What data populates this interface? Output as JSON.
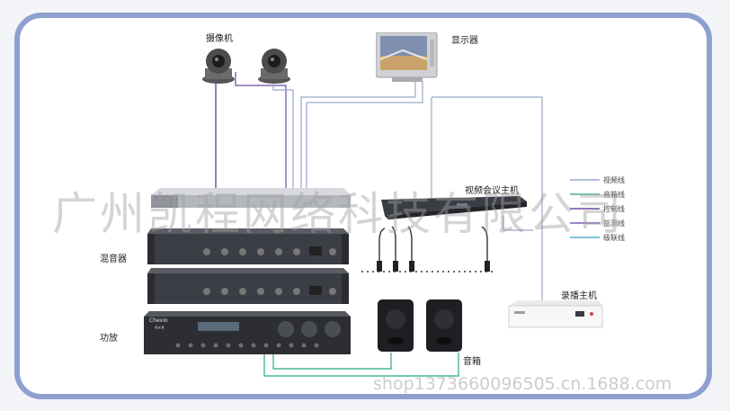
{
  "labels": {
    "camera": "摄像机",
    "monitor": "显示器",
    "video_conf_host": "视频会议主机",
    "mixer": "混音器",
    "amplifier": "功放",
    "speaker": "音箱",
    "recorder": "录播主机"
  },
  "legend": [
    {
      "label": "视频线",
      "color": "#9aa6c8"
    },
    {
      "label": "音箱线",
      "color": "#49b59b"
    },
    {
      "label": "控制线",
      "color": "#6a4aa0"
    },
    {
      "label": "监测线",
      "color": "#7b5bb7"
    },
    {
      "label": "级联线",
      "color": "#4db0c8"
    }
  ],
  "device_text": {
    "amp_brand": "Chevio",
    "amp_model": "4×4"
  },
  "watermark": "广州凯程网络科技有限公司",
  "footer": "shop1373660096505.cn.1688.com"
}
